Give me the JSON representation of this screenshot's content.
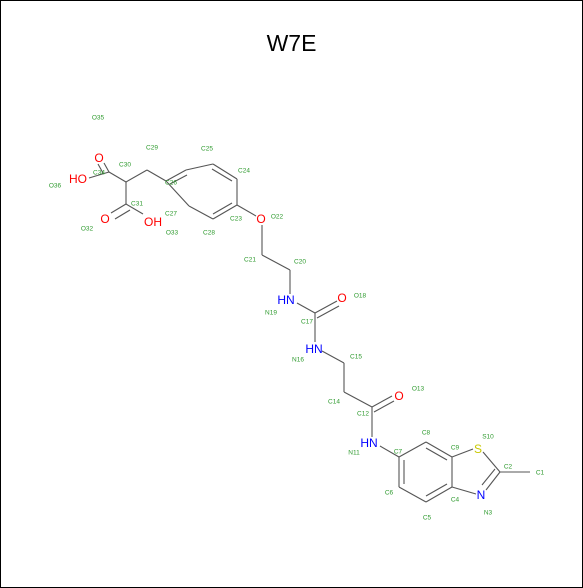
{
  "title": "W7E",
  "colors": {
    "O": "#ff0000",
    "N": "#0000ff",
    "S": "#c8c800",
    "label": "#2e9a2e",
    "bond": "#555555"
  },
  "atoms": [
    {
      "id": "a1",
      "text": "HO",
      "el": "O"
    },
    {
      "id": "a2",
      "text": "O",
      "el": "O"
    },
    {
      "id": "a3",
      "text": "O",
      "el": "O"
    },
    {
      "id": "a4",
      "text": "OH",
      "el": "O"
    },
    {
      "id": "a5",
      "text": "O",
      "el": "O"
    },
    {
      "id": "a6",
      "text": "HN",
      "el": "N"
    },
    {
      "id": "a7",
      "text": "O",
      "el": "O"
    },
    {
      "id": "a8",
      "text": "HN",
      "el": "N"
    },
    {
      "id": "a9",
      "text": "O",
      "el": "O"
    },
    {
      "id": "a10",
      "text": "HN",
      "el": "N"
    },
    {
      "id": "a11",
      "text": "S",
      "el": "S"
    },
    {
      "id": "a12",
      "text": "N",
      "el": "N"
    }
  ],
  "atom_numbers": [
    {
      "id": "n1",
      "text": "O35"
    },
    {
      "id": "n2",
      "text": "C29"
    },
    {
      "id": "n3",
      "text": "C25"
    },
    {
      "id": "n4",
      "text": "C30"
    },
    {
      "id": "n5",
      "text": "C34"
    },
    {
      "id": "n6",
      "text": "C26"
    },
    {
      "id": "n7",
      "text": "C24"
    },
    {
      "id": "n8",
      "text": "O36"
    },
    {
      "id": "n9",
      "text": "C31"
    },
    {
      "id": "n10",
      "text": "C27"
    },
    {
      "id": "n11",
      "text": "O22"
    },
    {
      "id": "n12",
      "text": "C23"
    },
    {
      "id": "n13",
      "text": "O33"
    },
    {
      "id": "n14",
      "text": "O32"
    },
    {
      "id": "n15",
      "text": "C28"
    },
    {
      "id": "n16",
      "text": "C21"
    },
    {
      "id": "n17",
      "text": "C20"
    },
    {
      "id": "n18",
      "text": "O18"
    },
    {
      "id": "n19",
      "text": "N19"
    },
    {
      "id": "n20",
      "text": "C17"
    },
    {
      "id": "n21",
      "text": "N16"
    },
    {
      "id": "n22",
      "text": "C15"
    },
    {
      "id": "n23",
      "text": "O13"
    },
    {
      "id": "n24",
      "text": "C14"
    },
    {
      "id": "n25",
      "text": "C12"
    },
    {
      "id": "n26",
      "text": "C8"
    },
    {
      "id": "n27",
      "text": "C9"
    },
    {
      "id": "n28",
      "text": "S10"
    },
    {
      "id": "n29",
      "text": "N11"
    },
    {
      "id": "n30",
      "text": "C7"
    },
    {
      "id": "n31",
      "text": "C2"
    },
    {
      "id": "n32",
      "text": "C1"
    },
    {
      "id": "n33",
      "text": "C6"
    },
    {
      "id": "n34",
      "text": "C4"
    },
    {
      "id": "n35",
      "text": "N3"
    },
    {
      "id": "n36",
      "text": "C5"
    }
  ]
}
